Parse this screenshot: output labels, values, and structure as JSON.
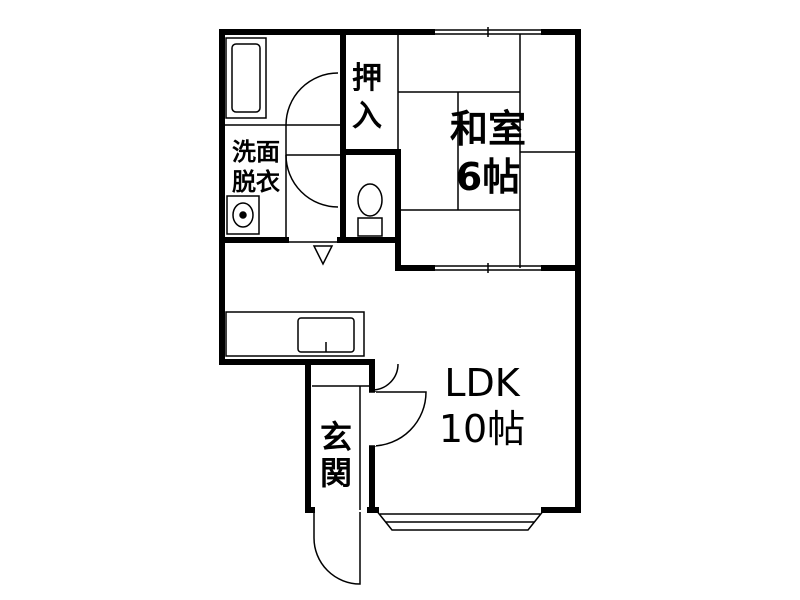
{
  "rooms": {
    "washroom": [
      "洗面",
      "脱衣"
    ],
    "closet": [
      "押",
      "入"
    ],
    "washitsu": [
      "和室",
      "6帖"
    ],
    "ldk": [
      "LDK",
      "10帖"
    ],
    "entrance": [
      "玄",
      "関"
    ]
  },
  "colors": {
    "wall": "#000000",
    "background": "#ffffff",
    "fixture": "#000000"
  }
}
